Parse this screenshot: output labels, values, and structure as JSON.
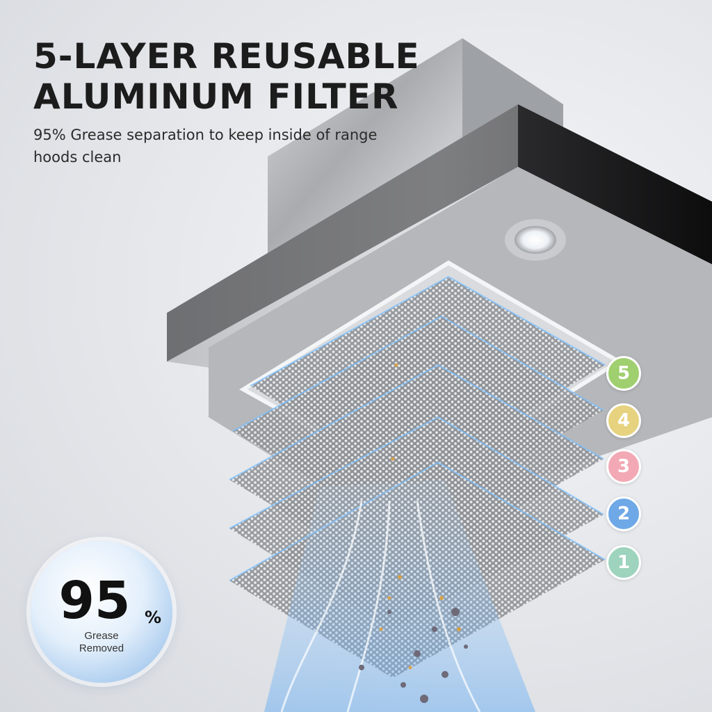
{
  "headline": {
    "line1": "5-LAYER REUSABLE",
    "line2": "ALUMINUM FILTER"
  },
  "subtitle": "95% Grease separation to keep inside of range hoods clean",
  "badge": {
    "value": "95",
    "unit": "%",
    "line1": "Grease",
    "line2": "Removed"
  },
  "layers": [
    {
      "label": "5",
      "color": "#9fcf6e"
    },
    {
      "label": "4",
      "color": "#e6d27f"
    },
    {
      "label": "3",
      "color": "#f2a9b5"
    },
    {
      "label": "2",
      "color": "#6ea8e6"
    },
    {
      "label": "1",
      "color": "#9ed3bd"
    }
  ],
  "icons": [
    "range-hood-image",
    "filter-layer-icon",
    "airflow-icon"
  ]
}
